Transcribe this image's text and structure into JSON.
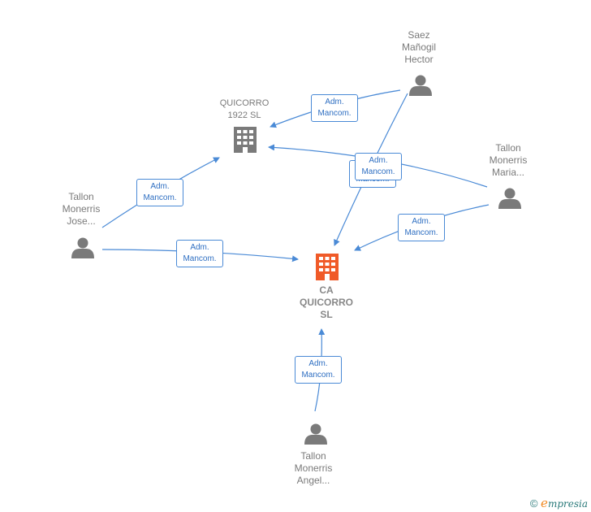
{
  "nodes": {
    "saez": {
      "lines": [
        "Saez",
        "Mañogil",
        "Hector"
      ],
      "type": "person"
    },
    "quicorro1922": {
      "lines": [
        "QUICORRO",
        "1922  SL"
      ],
      "type": "company"
    },
    "maria": {
      "lines": [
        "Tallon",
        "Monerris",
        "Maria..."
      ],
      "type": "person"
    },
    "jose": {
      "lines": [
        "Tallon",
        "Monerris",
        "Jose..."
      ],
      "type": "person"
    },
    "ca_quicorro": {
      "lines": [
        "CA",
        "QUICORRO",
        "SL"
      ],
      "type": "company-main"
    },
    "angel": {
      "lines": [
        "Tallon",
        "Monerris",
        "Angel..."
      ],
      "type": "person"
    }
  },
  "edge_label": {
    "line1": "Adm.",
    "line2": "Mancom."
  },
  "colors": {
    "person": "#7a7a7a",
    "company": "#7a7a7a",
    "main_company": "#f05a28",
    "edge": "#4a8ad6"
  },
  "footer": {
    "copyright": "©",
    "e": "e",
    "brand": "mpresia"
  }
}
